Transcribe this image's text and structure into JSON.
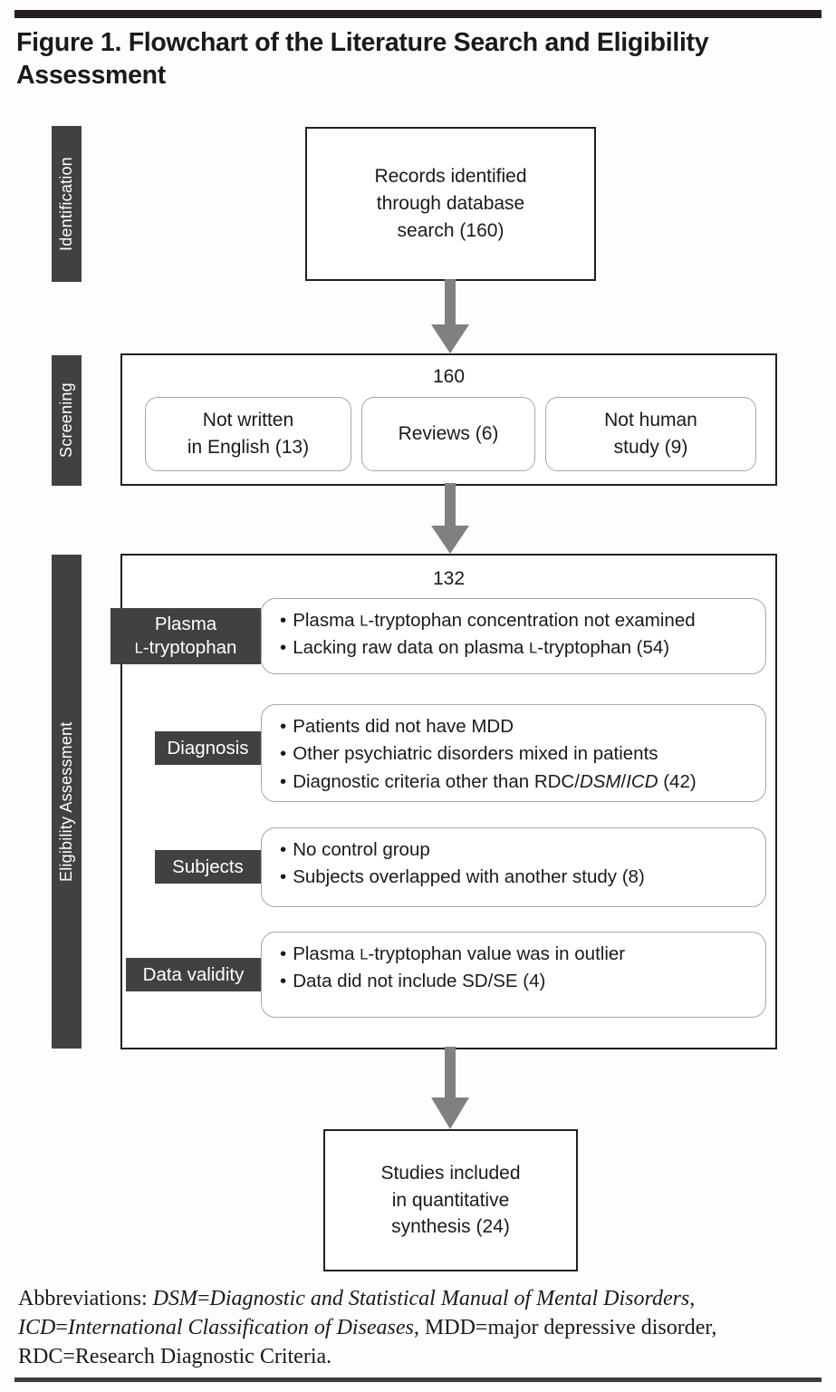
{
  "figure": {
    "title": "Figure 1. Flowchart of the Literature Search and Eligibility Assessment"
  },
  "colors": {
    "stage_label_bg": "#414141",
    "stage_label_text": "#ffffff",
    "arrow": "#808080",
    "box_border": "#231f20",
    "round_box_border": "#a7a7a7",
    "rule": "#231f20"
  },
  "stages": {
    "identification": "Identification",
    "screening": "Screening",
    "eligibility": "Eligibility Assessment"
  },
  "identification": {
    "box_text_line1": "Records identified",
    "box_text_line2": "through database",
    "box_text_line3": "search (160)",
    "records_identified": 160
  },
  "screening": {
    "count": "160",
    "exclusions": [
      {
        "line1": "Not written",
        "line2": "in English (13)",
        "n": 13
      },
      {
        "line1": "Reviews (6)",
        "line2": "",
        "n": 6
      },
      {
        "line1": "Not human",
        "line2": "study (9)",
        "n": 9
      }
    ]
  },
  "eligibility": {
    "count": "132",
    "criteria": [
      {
        "tag_line1": "Plasma",
        "tag_line2": "L-tryptophan",
        "bullets": [
          "Plasma L-tryptophan concentration not examined",
          "Lacking raw data on plasma L-tryptophan (54)"
        ],
        "n": 54
      },
      {
        "tag_line1": "Diagnosis",
        "tag_line2": "",
        "bullets": [
          "Patients did not have MDD",
          "Other psychiatric disorders mixed in patients",
          "Diagnostic criteria other than RDC/DSM/ICD (42)"
        ],
        "n": 42
      },
      {
        "tag_line1": "Subjects",
        "tag_line2": "",
        "bullets": [
          "No control group",
          "Subjects overlapped with another study (8)"
        ],
        "n": 8
      },
      {
        "tag_line1": "Data validity",
        "tag_line2": "",
        "bullets": [
          "Plasma L-tryptophan value was in outlier",
          "Data did not include SD/SE (4)"
        ],
        "n": 4
      }
    ]
  },
  "included": {
    "box_text_line1": "Studies included",
    "box_text_line2": "in quantitative",
    "box_text_line3": "synthesis (24)",
    "studies_included": 24
  },
  "footnote": {
    "lead": "Abbreviations:",
    "dsm_abbr": "DSM",
    "dsm_expansion": "Diagnostic and Statistical Manual of Mental Disorders",
    "icd_abbr": "ICD",
    "icd_expansion": "International Classification of Diseases",
    "mdd_abbr": "MDD",
    "mdd_expansion": "major depressive disorder",
    "rdc_abbr": "RDC",
    "rdc_expansion": "Research Diagnostic Criteria",
    "equals": "="
  }
}
